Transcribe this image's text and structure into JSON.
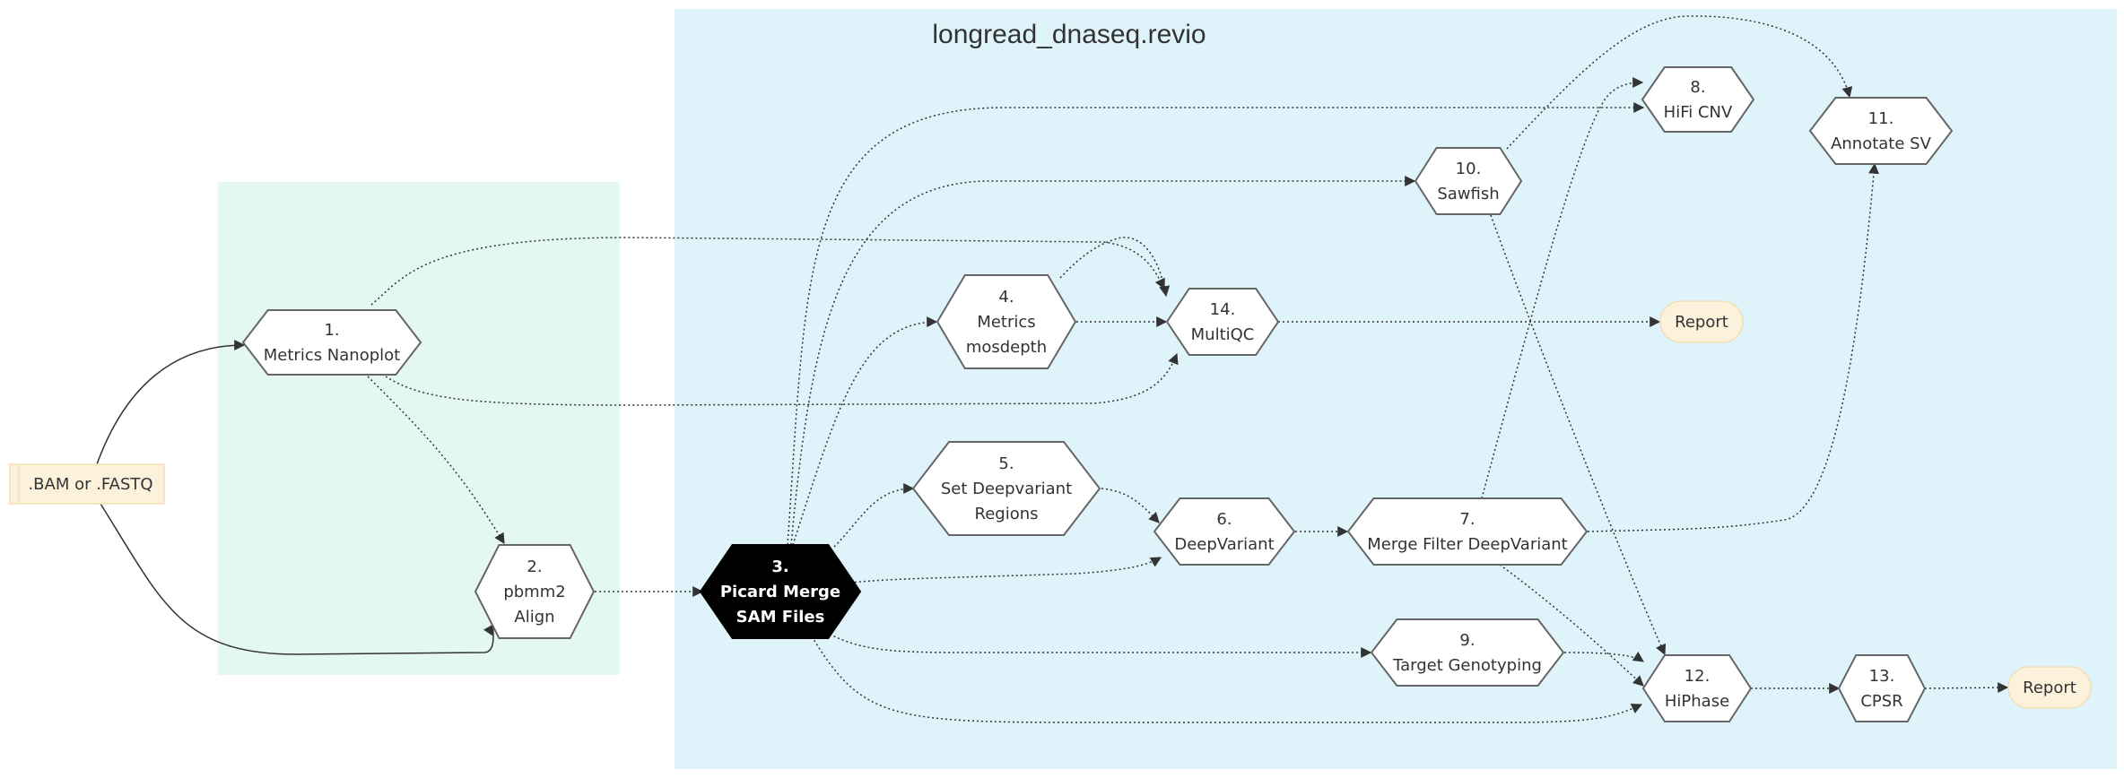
{
  "diagram": {
    "title": "longread_dnaseq.revio",
    "colors": {
      "main_cluster_fill": "#dff3fa",
      "qc_cluster_fill": "#e3f8f0",
      "node_fill": "#ffffff",
      "node_stroke": "#666666",
      "highlight_fill": "#000000",
      "highlight_text": "#ffffff",
      "io_fill": "#fcf2dc",
      "io_stroke": "#f3dfb4",
      "edge": "#333333"
    },
    "nodes": [
      {
        "id": "input",
        "shape": "rect-io",
        "lines": [
          ".BAM or .FASTQ"
        ]
      },
      {
        "id": "n1",
        "shape": "hexagon",
        "lines": [
          "1.",
          "Metrics Nanoplot"
        ]
      },
      {
        "id": "n2",
        "shape": "hexagon",
        "lines": [
          "2.",
          "pbmm2",
          "Align"
        ]
      },
      {
        "id": "n3",
        "shape": "hexagon",
        "highlight": true,
        "lines": [
          "3.",
          "Picard Merge",
          "SAM Files"
        ]
      },
      {
        "id": "n4",
        "shape": "hexagon",
        "lines": [
          "4.",
          "Metrics",
          "mosdepth"
        ]
      },
      {
        "id": "n5",
        "shape": "hexagon",
        "lines": [
          "5.",
          "Set Deepvariant",
          "Regions"
        ]
      },
      {
        "id": "n6",
        "shape": "hexagon",
        "lines": [
          "6.",
          "DeepVariant"
        ]
      },
      {
        "id": "n7",
        "shape": "hexagon",
        "lines": [
          "7.",
          "Merge Filter DeepVariant"
        ]
      },
      {
        "id": "n8",
        "shape": "hexagon",
        "lines": [
          "8.",
          "HiFi CNV"
        ]
      },
      {
        "id": "n9",
        "shape": "hexagon",
        "lines": [
          "9.",
          "Target Genotyping"
        ]
      },
      {
        "id": "n10",
        "shape": "hexagon",
        "lines": [
          "10.",
          "Sawfish"
        ]
      },
      {
        "id": "n11",
        "shape": "hexagon",
        "lines": [
          "11.",
          "Annotate SV"
        ]
      },
      {
        "id": "n12",
        "shape": "hexagon",
        "lines": [
          "12.",
          "HiPhase"
        ]
      },
      {
        "id": "n13",
        "shape": "hexagon",
        "lines": [
          "13.",
          "CPSR"
        ]
      },
      {
        "id": "n14",
        "shape": "hexagon",
        "lines": [
          "14.",
          "MultiQC"
        ]
      },
      {
        "id": "report1",
        "shape": "stadium",
        "lines": [
          "Report"
        ]
      },
      {
        "id": "report2",
        "shape": "stadium",
        "lines": [
          "Report"
        ]
      }
    ],
    "edges": [
      {
        "from": "input",
        "to": "n1",
        "style": "solid"
      },
      {
        "from": "input",
        "to": "n2",
        "style": "solid"
      },
      {
        "from": "n1",
        "to": "n2",
        "style": "dotted"
      },
      {
        "from": "n1",
        "to": "n14",
        "style": "dotted"
      },
      {
        "from": "n1",
        "to": "n14",
        "style": "dotted"
      },
      {
        "from": "n2",
        "to": "n3",
        "style": "dotted"
      },
      {
        "from": "n3",
        "to": "n4",
        "style": "dotted"
      },
      {
        "from": "n3",
        "to": "n5",
        "style": "dotted"
      },
      {
        "from": "n3",
        "to": "n6",
        "style": "dotted"
      },
      {
        "from": "n3",
        "to": "n8",
        "style": "dotted"
      },
      {
        "from": "n3",
        "to": "n9",
        "style": "dotted"
      },
      {
        "from": "n3",
        "to": "n10",
        "style": "dotted"
      },
      {
        "from": "n3",
        "to": "n12",
        "style": "dotted"
      },
      {
        "from": "n4",
        "to": "n14",
        "style": "dotted"
      },
      {
        "from": "n4",
        "to": "n14",
        "style": "dotted"
      },
      {
        "from": "n5",
        "to": "n6",
        "style": "dotted"
      },
      {
        "from": "n6",
        "to": "n7",
        "style": "dotted"
      },
      {
        "from": "n7",
        "to": "n8",
        "style": "dotted"
      },
      {
        "from": "n7",
        "to": "n11",
        "style": "dotted"
      },
      {
        "from": "n7",
        "to": "n12",
        "style": "dotted"
      },
      {
        "from": "n8",
        "to": "n11",
        "style": "dotted"
      },
      {
        "from": "n9",
        "to": "n12",
        "style": "dotted"
      },
      {
        "from": "n10",
        "to": "n11",
        "style": "dotted"
      },
      {
        "from": "n10",
        "to": "n12",
        "style": "dotted"
      },
      {
        "from": "n12",
        "to": "n13",
        "style": "dotted"
      },
      {
        "from": "n13",
        "to": "report2",
        "style": "dotted"
      },
      {
        "from": "n14",
        "to": "report1",
        "style": "solid"
      }
    ]
  }
}
